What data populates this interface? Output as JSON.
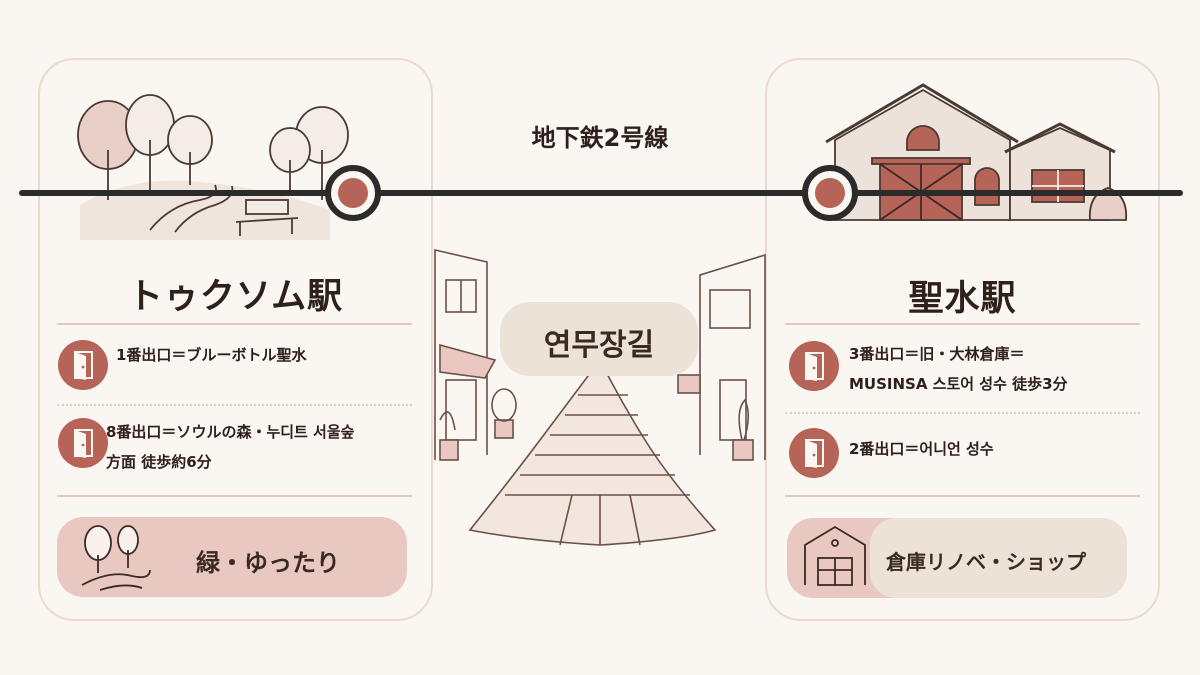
{
  "line": {
    "title": "地下鉄2号線"
  },
  "street": {
    "name": "연무장길"
  },
  "left": {
    "station": "トゥクソム駅",
    "exits": [
      {
        "line1": "1番出口＝ブルーボトル聖水",
        "line2": ""
      },
      {
        "line1": "8番出口＝ソウルの森・누디트 서울숲",
        "line2": "方面 徒歩約6分"
      }
    ],
    "feature": "緑・ゆったり"
  },
  "right": {
    "station": "聖水駅",
    "exits": [
      {
        "line1": "3番出口＝旧・大林倉庫＝",
        "line2": "MUSINSA 스토어 성수 徒歩3分"
      },
      {
        "line1": "2番出口＝어니언 성수",
        "line2": ""
      }
    ],
    "feature": "倉庫リノベ・ショップ"
  },
  "colors": {
    "accent": "#b76458",
    "pill_pink": "#e8c8c0",
    "pill_beige": "#ece2d8",
    "line": "#2b2b2b",
    "background": "#faf6f1"
  },
  "icons": [
    "exit-door-icon",
    "trees-icon",
    "warehouse-icon",
    "park-illustration",
    "warehouse-illustration",
    "street-illustration"
  ]
}
